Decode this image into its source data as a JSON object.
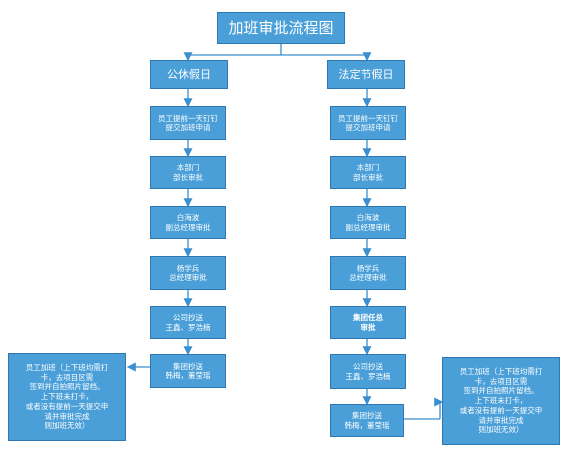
{
  "title": "加班审批流程图",
  "left": {
    "header": "公休假日",
    "steps": [
      "员工提前一天钉钉\n提交加班申请",
      "本部门\n部长审批",
      "白海波\n副总经理审批",
      "杨学兵\n总经理审批",
      "公司抄送\n王鑫、罗浩楠",
      "集团抄送\n韩梅，董莹瑶"
    ],
    "note": "员工加班（上下班均需打\n卡，去项目区需\n签到并自拍照片留档。\n上下班未打卡，\n或者没有提前一天提交申\n请并审批完成\n则加班无效）"
  },
  "right": {
    "header": "法定节假日",
    "steps": [
      "员工提前一天钉钉\n提交加班申请",
      "本部门\n部长审批",
      "白海波\n副总经理审批",
      "杨学兵\n总经理审批",
      "集团任总\n审批",
      "公司抄送\n王鑫、罗浩楠",
      "集团抄送\n韩梅，董莹瑶"
    ],
    "note": "员工加班（上下班均需打\n卡，去项目区需\n签到并自拍照片留档。\n上下班未打卡，\n或者没有提前一天提交申\n请并审批完成\n则加班无效）"
  },
  "colors": {
    "box_fill": "#4a9fd8",
    "box_border": "#2f78b3",
    "connector": "#3a8fd0"
  }
}
